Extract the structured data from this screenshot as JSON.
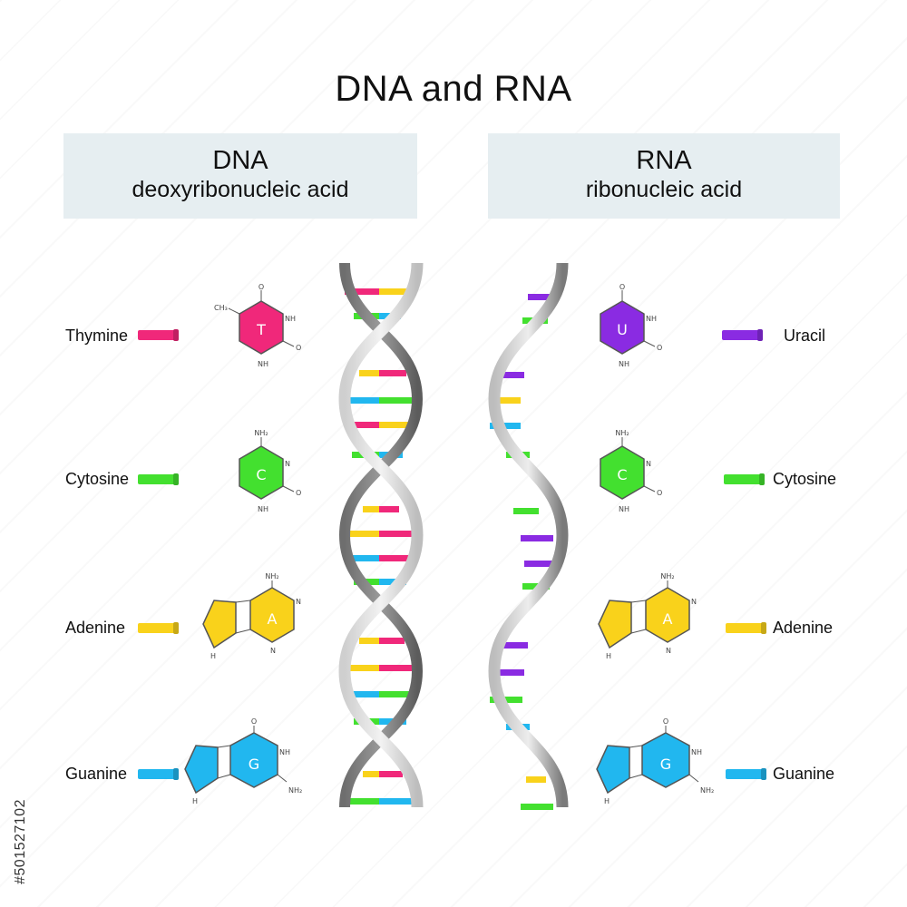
{
  "title": "DNA and RNA",
  "dna_header": {
    "name": "DNA",
    "full": "deoxyribonucleic acid"
  },
  "rna_header": {
    "name": "RNA",
    "full": "ribonucleic acid"
  },
  "dna_bases": [
    {
      "label": "Thymine",
      "letter": "T",
      "color": "#f0287a"
    },
    {
      "label": "Cytosine",
      "letter": "C",
      "color": "#43e02f"
    },
    {
      "label": "Adenine",
      "letter": "A",
      "color": "#f9d21b"
    },
    {
      "label": "Guanine",
      "letter": "G",
      "color": "#21b7ef"
    }
  ],
  "rna_bases": [
    {
      "label": "Uracil",
      "letter": "U",
      "color": "#8a2be2"
    },
    {
      "label": "Cytosine",
      "letter": "C",
      "color": "#43e02f"
    },
    {
      "label": "Adenine",
      "letter": "A",
      "color": "#f9d21b"
    },
    {
      "label": "Guanine",
      "letter": "G",
      "color": "#21b7ef"
    }
  ],
  "chem": {
    "o": "O",
    "nh": "NH",
    "n": "N",
    "h": "H",
    "nh2": "NH₂",
    "ch3": "CH₃"
  },
  "stock_id": "#501527102"
}
